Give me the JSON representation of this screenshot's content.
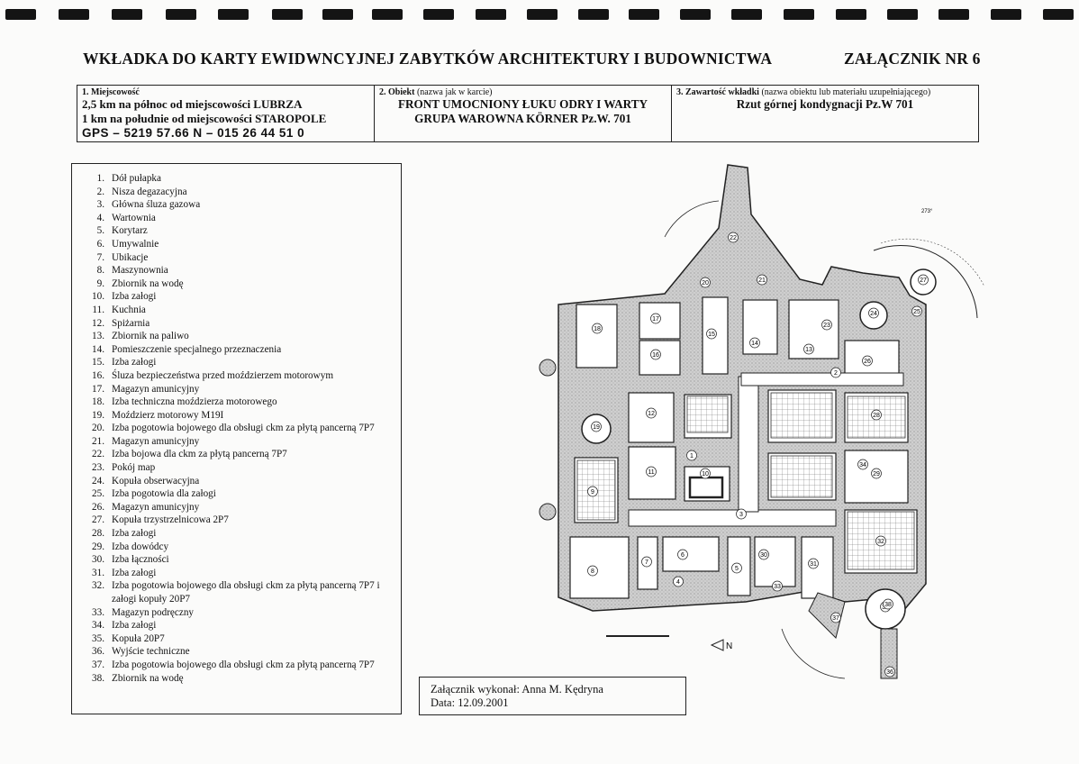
{
  "header": {
    "title": "WKŁADKA DO KARTY EWIDWNCYJNEJ ZABYTKÓW ARCHITEKTURY I BUDOWNICTWA",
    "annex": "ZAŁĄCZNIK NR 6"
  },
  "info": {
    "location": {
      "label": "1. Miejscowość",
      "line1": "2,5 km na północ od miejscowości LUBRZA",
      "line2": "1 km na południe od miejscowości STAROPOLE",
      "gps": "GPS – 5219 57.66 N – 015 26 44 51 0"
    },
    "object": {
      "label_bold": "2. Obiekt",
      "label_note": " (nazwa jak w karcie)",
      "line1": "FRONT UMOCNIONY ŁUKU ODRY I WARTY",
      "line2": "GRUPA WAROWNA KÖRNER Pz.W. 701"
    },
    "contents": {
      "label_bold": "3. Zawartość wkładki",
      "label_note": " (nazwa obiektu lub materiału uzupełniającego)",
      "line1": "Rzut górnej kondygnacji Pz.W 701"
    }
  },
  "legend": [
    {
      "n": "1.",
      "t": "Dół pułapka"
    },
    {
      "n": "2.",
      "t": "Nisza degazacyjna"
    },
    {
      "n": "3.",
      "t": "Główna śluza gazowa"
    },
    {
      "n": "4.",
      "t": "Wartownia"
    },
    {
      "n": "5.",
      "t": "Korytarz"
    },
    {
      "n": "6.",
      "t": "Umywalnie"
    },
    {
      "n": "7.",
      "t": "Ubikacje"
    },
    {
      "n": "8.",
      "t": "Maszynownia"
    },
    {
      "n": "9.",
      "t": "Zbiornik na wodę"
    },
    {
      "n": "10.",
      "t": "Izba załogi"
    },
    {
      "n": "11.",
      "t": "Kuchnia"
    },
    {
      "n": "12.",
      "t": "Spiżarnia"
    },
    {
      "n": "13.",
      "t": "Zbiornik na paliwo"
    },
    {
      "n": "14.",
      "t": "Pomieszczenie specjalnego przeznaczenia"
    },
    {
      "n": "15.",
      "t": "Izba załogi"
    },
    {
      "n": "16.",
      "t": "Śluza bezpieczeństwa przed moździerzem motorowym"
    },
    {
      "n": "17.",
      "t": "Magazyn amunicyjny"
    },
    {
      "n": "18.",
      "t": "Izba techniczna moździerza motorowego"
    },
    {
      "n": "19.",
      "t": "Moździerz motorowy M19I"
    },
    {
      "n": "20.",
      "t": "Izba pogotowia bojowego dla obsługi ckm za płytą pancerną 7P7"
    },
    {
      "n": "21.",
      "t": "Magazyn amunicyjny"
    },
    {
      "n": "22.",
      "t": "Izba bojowa dla ckm za płytą pancerną 7P7"
    },
    {
      "n": "23.",
      "t": "Pokój map"
    },
    {
      "n": "24.",
      "t": "Kopuła obserwacyjna"
    },
    {
      "n": "25.",
      "t": "Izba pogotowia dla załogi"
    },
    {
      "n": "26.",
      "t": "Magazyn amunicyjny"
    },
    {
      "n": "27.",
      "t": "Kopuła trzystrzelnicowa 2P7"
    },
    {
      "n": "28.",
      "t": "Izba załogi"
    },
    {
      "n": "29.",
      "t": "Izba dowódcy"
    },
    {
      "n": "30.",
      "t": "Izba łączności"
    },
    {
      "n": "31.",
      "t": "Izba załogi"
    },
    {
      "n": "32.",
      "t": "Izba pogotowia bojowego dla obsługi ckm za płytą pancerną 7P7 i załogi kopuły 20P7"
    },
    {
      "n": "33.",
      "t": "Magazyn podręczny"
    },
    {
      "n": "34.",
      "t": "Izba załogi"
    },
    {
      "n": "35.",
      "t": "Kopuła 20P7"
    },
    {
      "n": "36.",
      "t": "Wyjście techniczne"
    },
    {
      "n": "37.",
      "t": "Izba pogotowia bojowego dla obsługi ckm za płytą pancerną 7P7"
    },
    {
      "n": "38.",
      "t": "Zbiornik na wodę"
    }
  ],
  "credit": {
    "author": "Załącznik wykonał: Anna M. Kędryna",
    "date": "Data: 12.09.2001"
  },
  "plan": {
    "room_numbers": [
      "22",
      "21",
      "20",
      "18",
      "19",
      "17",
      "16",
      "15",
      "14",
      "13",
      "12",
      "11",
      "10",
      "9",
      "8",
      "7",
      "6",
      "5",
      "4",
      "3",
      "1",
      "2",
      "23",
      "24",
      "25",
      "26",
      "27",
      "28",
      "29",
      "30",
      "31",
      "32",
      "33",
      "34",
      "35",
      "36",
      "37",
      "38"
    ],
    "north_label": "N",
    "dimension_label": "273°"
  }
}
